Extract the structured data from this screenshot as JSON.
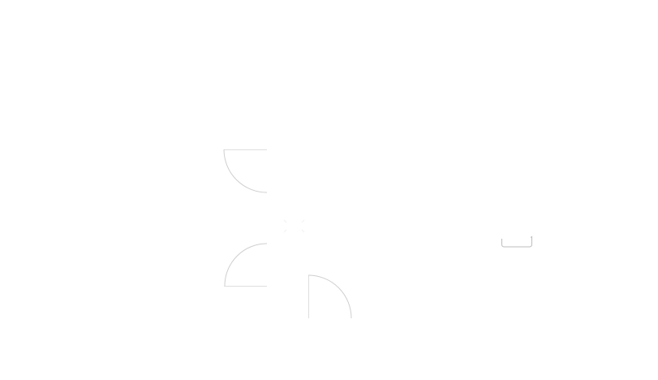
{
  "canvas": {
    "background": "#ffffff"
  },
  "colors": {
    "outline": "#cfcfcf",
    "straight_edge": "#dedede",
    "bracket": "#bdbdbd",
    "faint_mark": "#f2f2f2"
  },
  "shapes": [
    {
      "name": "quarter-circle-bottom-left",
      "kind": "quarter-circle",
      "quadrant": "bottom-left"
    },
    {
      "name": "quarter-circle-top-left",
      "kind": "quarter-circle",
      "quadrant": "top-left"
    },
    {
      "name": "quarter-circle-top-right",
      "kind": "quarter-circle",
      "quadrant": "top-right"
    },
    {
      "name": "bracket-outline",
      "kind": "bracket",
      "quadrant": ""
    },
    {
      "name": "faint-corner-marks",
      "kind": "faint-marks",
      "quadrant": ""
    }
  ]
}
